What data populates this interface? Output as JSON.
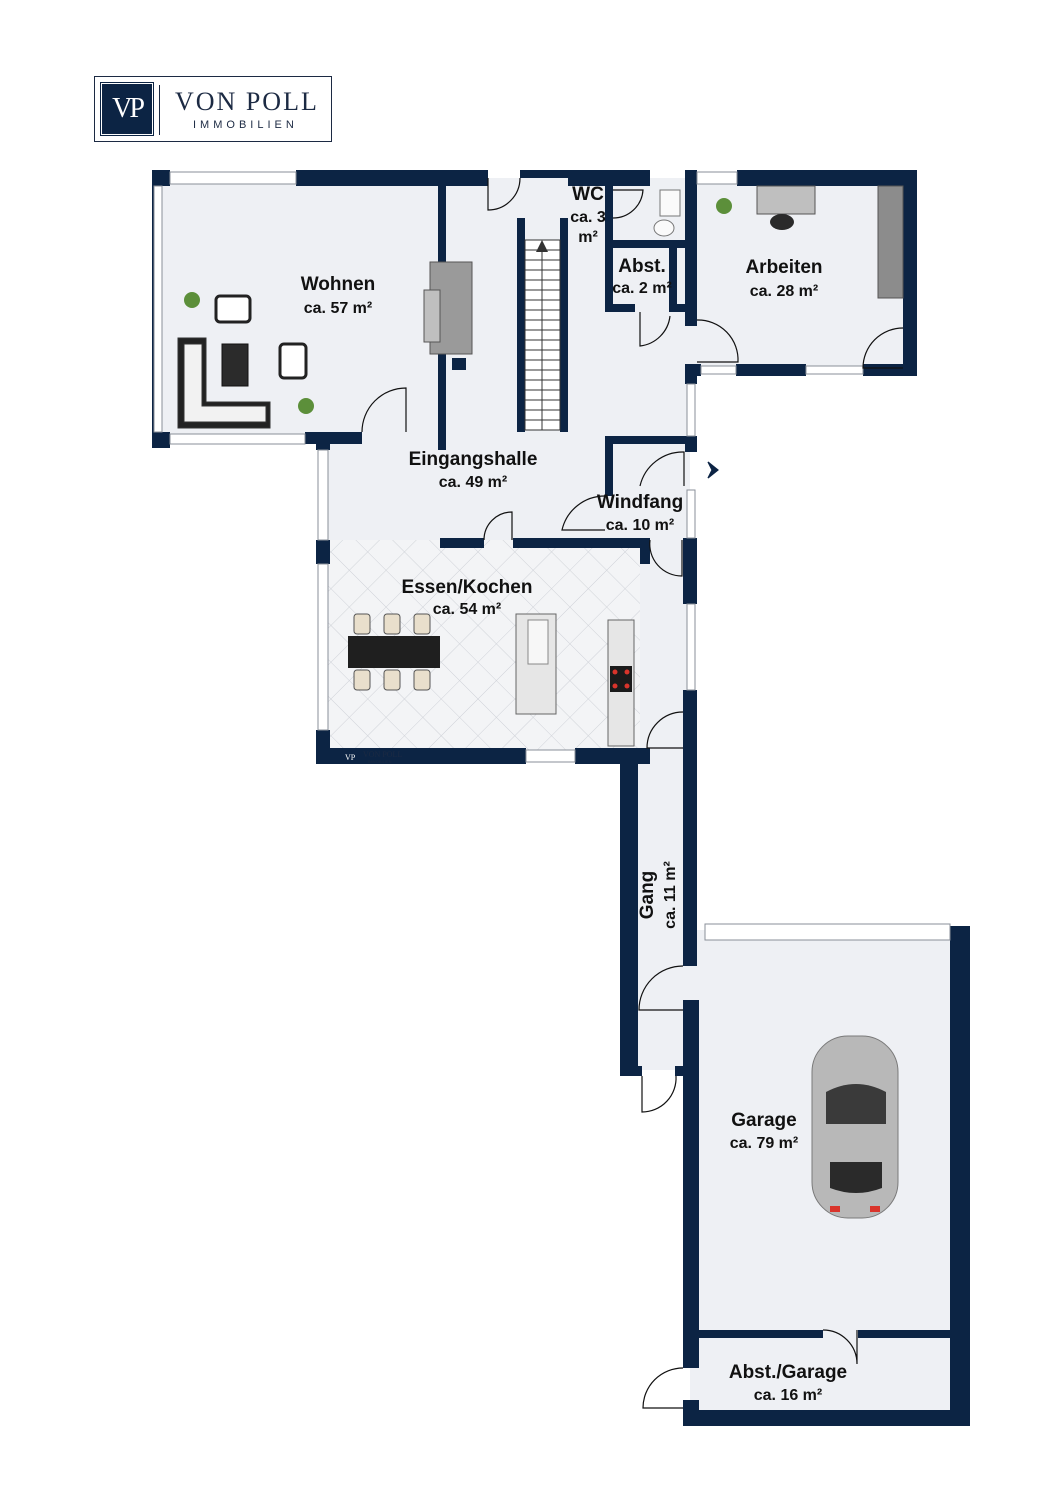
{
  "logo": {
    "mark": "VP",
    "title": "VON POLL",
    "subtitle": "IMMOBILIEN"
  },
  "watermark": {
    "mark": "VP",
    "title": "VON POLL",
    "subtitle": "IMMOBILIEN"
  },
  "colors": {
    "wall": "#0c2444",
    "floor": "#eef0f4",
    "window": "#ffffff",
    "tile": "#c9ccd3"
  },
  "rooms": {
    "wohnen": {
      "name": "Wohnen",
      "area": "ca. 57 m²"
    },
    "eingangshalle": {
      "name": "Eingangshalle",
      "area": "ca. 49 m²"
    },
    "wc": {
      "name": "WC",
      "area_line1": "ca. 3",
      "area_line2": "m²"
    },
    "abst": {
      "name": "Abst.",
      "area": "ca. 2 m²"
    },
    "arbeiten": {
      "name": "Arbeiten",
      "area": "ca. 28 m²"
    },
    "windfang": {
      "name": "Windfang",
      "area": "ca. 10 m²"
    },
    "essen": {
      "name": "Essen/Kochen",
      "area": "ca. 54 m²"
    },
    "gang": {
      "name": "Gang",
      "area": "ca. 11 m²"
    },
    "garage": {
      "name": "Garage",
      "area": "ca. 79 m²"
    },
    "abst_garage": {
      "name": "Abst./Garage",
      "area": "ca. 16 m²"
    }
  }
}
